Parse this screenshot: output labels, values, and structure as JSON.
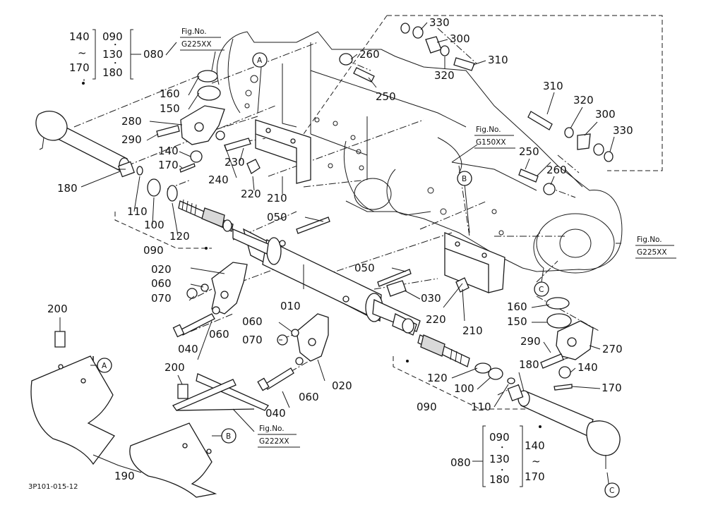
{
  "diagram_id": "3P101-015-12",
  "fig_refs": {
    "top_left": [
      "Fig.No.",
      "G225XX"
    ],
    "center": [
      "Fig.No.",
      "G150XX"
    ],
    "right": [
      "Fig.No.",
      "G225XX"
    ],
    "bottom": [
      "Fig.No.",
      "G222XX"
    ]
  },
  "group_labels": {
    "top_left": {
      "a_top": "140",
      "a_tilde": "~",
      "a_bot": "170",
      "b1": "090",
      "b2": "130",
      "b3": "180",
      "dot": "・",
      "ref": "080"
    },
    "bottom_right": {
      "ref": "080",
      "b1": "090",
      "b2": "130",
      "b3": "180",
      "dot": "・",
      "a_top": "140",
      "a_tilde": "~",
      "a_bot": "170"
    }
  },
  "circle_markers": {
    "a": "A",
    "b": "B",
    "c": "C"
  },
  "part_labels": {
    "p010": "010",
    "p020a": "020",
    "p020b": "020",
    "p030": "030",
    "p040a": "040",
    "p040b": "040",
    "p050a": "050",
    "p050b": "050",
    "p060a": "060",
    "p060b": "060",
    "p060c": "060",
    "p060d": "060",
    "p070a": "070",
    "p070b": "070",
    "p090a": "090",
    "p090b": "090",
    "p100a": "100",
    "p100b": "100",
    "p110a": "110",
    "p110b": "110",
    "p120a": "120",
    "p120b": "120",
    "p140a": "140",
    "p140b": "140",
    "p150a": "150",
    "p150b": "150",
    "p160a": "160",
    "p160b": "160",
    "p170a": "170",
    "p170b": "170",
    "p180a": "180",
    "p180b": "180",
    "p190": "190",
    "p200a": "200",
    "p200b": "200",
    "p210a": "210",
    "p210b": "210",
    "p220a": "220",
    "p220b": "220",
    "p230": "230",
    "p240": "240",
    "p250a": "250",
    "p250b": "250",
    "p260a": "260",
    "p260b": "260",
    "p270": "270",
    "p280": "280",
    "p290a": "290",
    "p290b": "290",
    "p300a": "300",
    "p300b": "300",
    "p310a": "310",
    "p310b": "310",
    "p320a": "320",
    "p320b": "320",
    "p330a": "330",
    "p330b": "330"
  }
}
